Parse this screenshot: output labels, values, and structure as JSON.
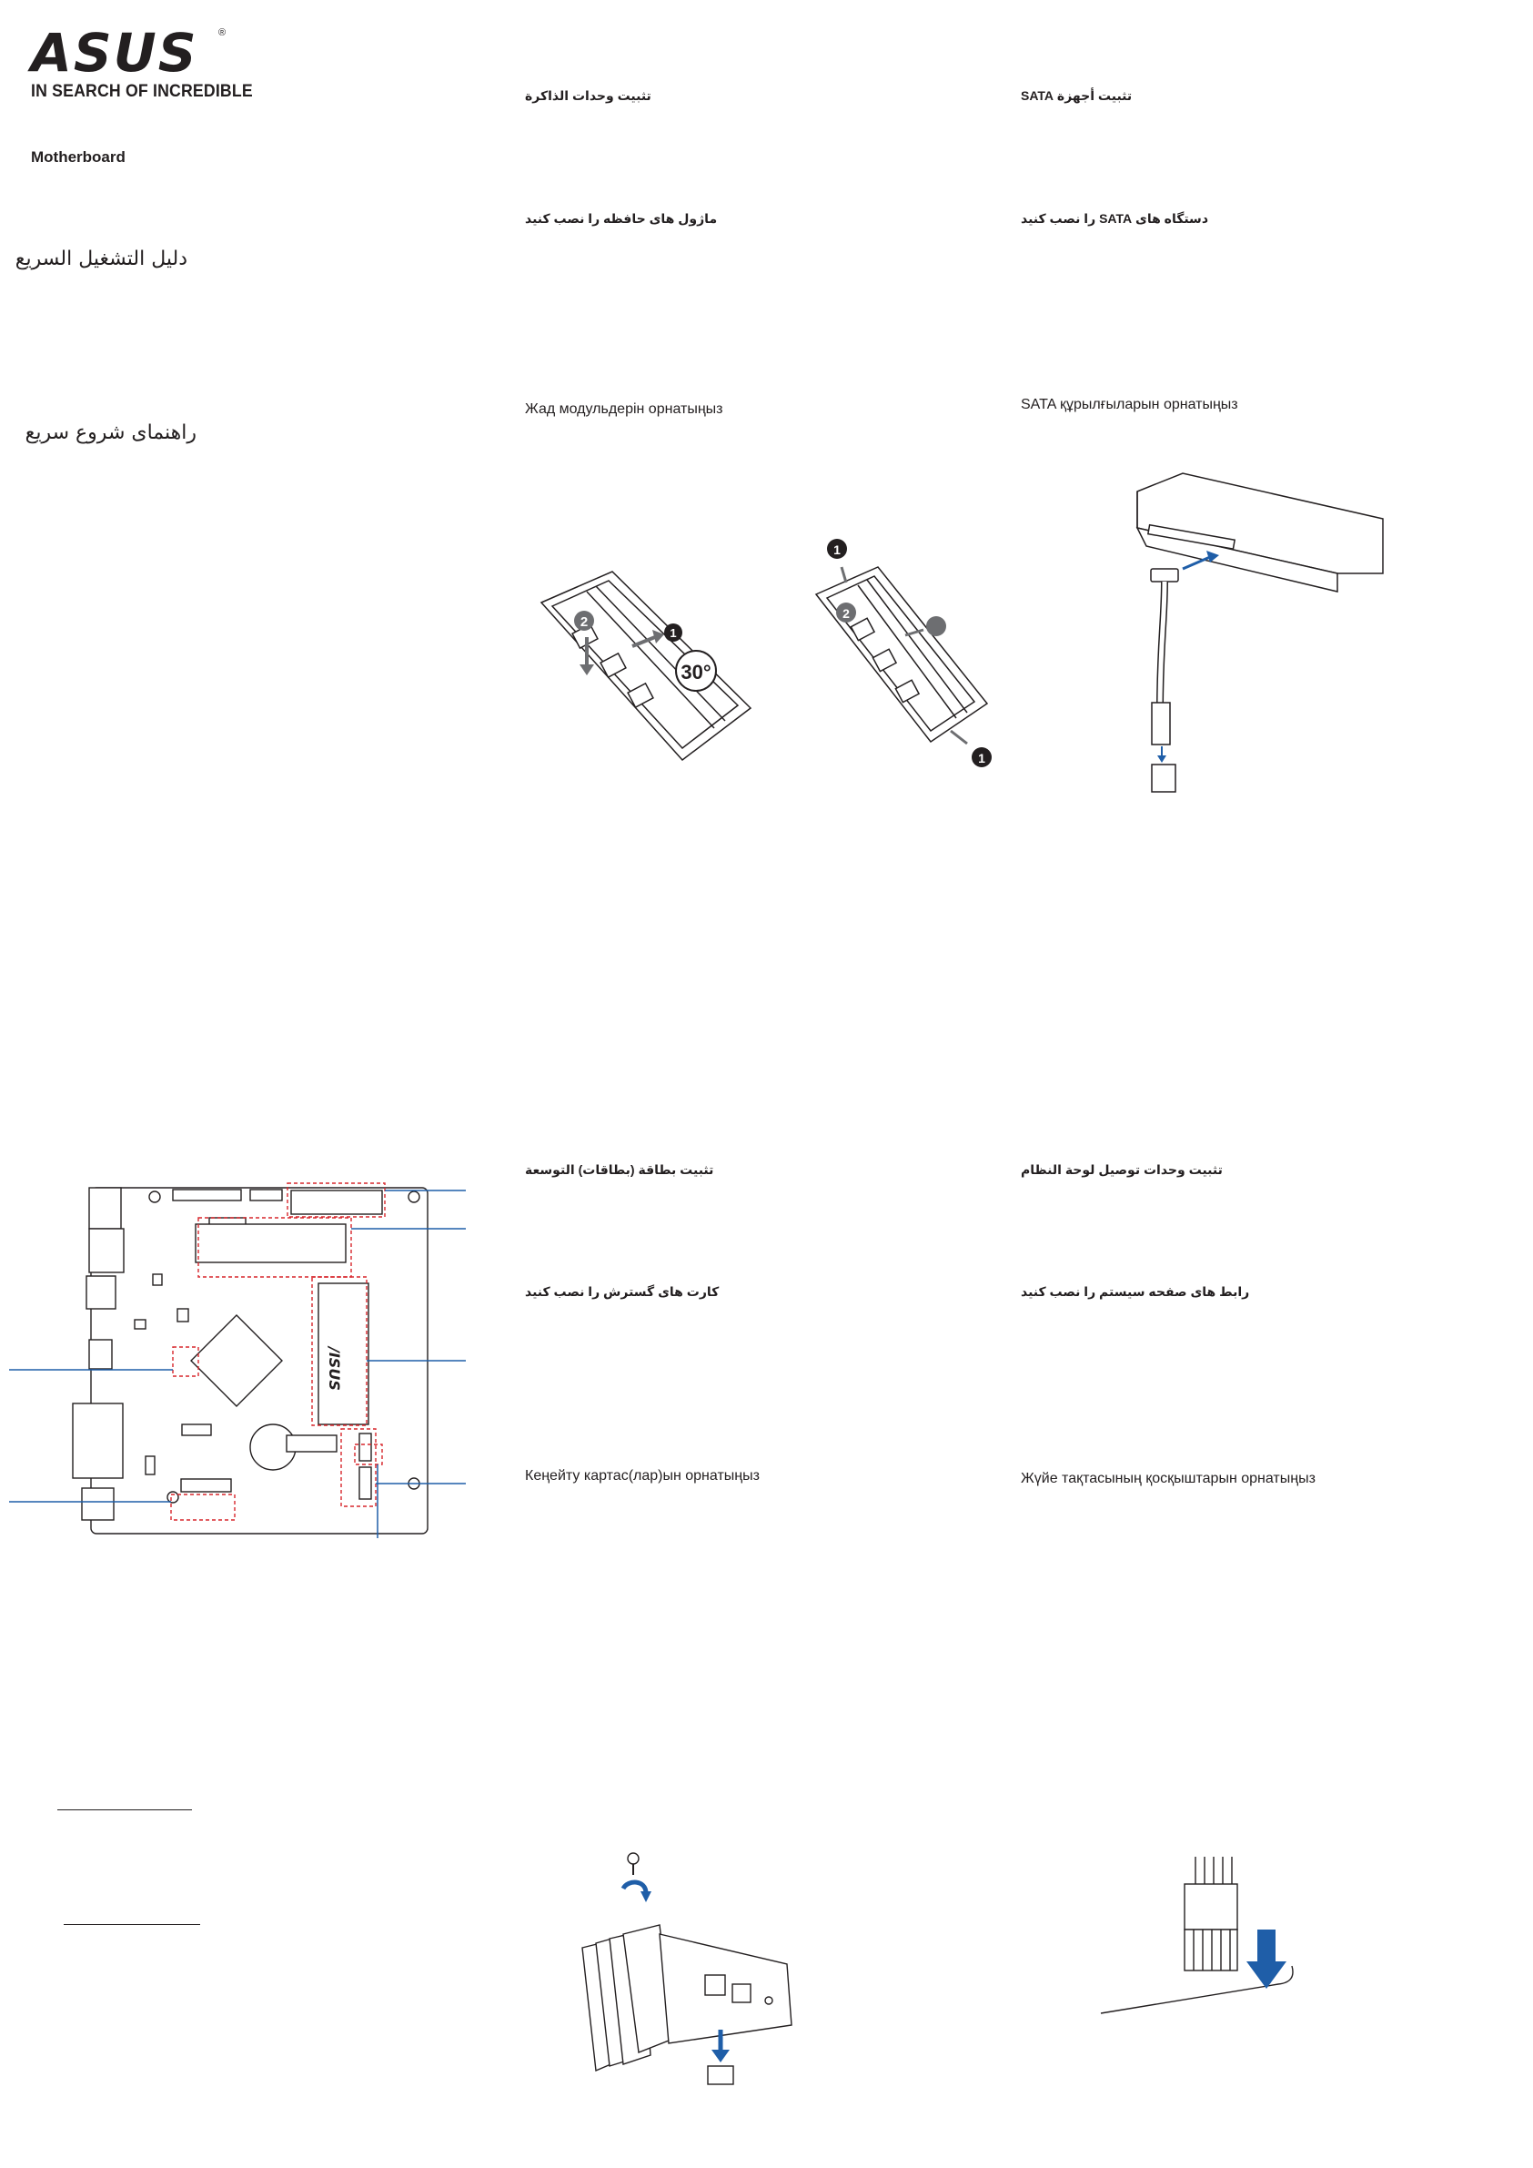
{
  "brand": {
    "logo_text": "ASUS",
    "registered": "®",
    "tagline": "IN SEARCH OF INCREDIBLE"
  },
  "product": "Motherboard",
  "cover": {
    "title_arabic": "دليل التشغيل السريع",
    "title_persian": "راهنمای شروع سریع"
  },
  "sections": {
    "memory": {
      "ar": "تثبيت وحدات الذاكرة",
      "fa": "ماژول های حافظه را نصب کنید",
      "kk": "Жад модульдерін орнатыңыз",
      "angle_label": "30°"
    },
    "sata": {
      "ar": "تثبيت أجهزة SATA",
      "fa": "دستگاه های SATA را نصب کنید",
      "kk": "SATA құрылғыларын орнатыңыз"
    },
    "expansion": {
      "ar": "تثبيت بطاقة (بطاقات) التوسعة",
      "fa": "کارت های گسترش را نصب کنید",
      "kk": "Кеңейту картас(лар)ын орнатыңыз"
    },
    "panel": {
      "ar": "تثبيت وحدات توصيل لوحة النظام",
      "fa": "رابط های صفحه سیستم را نصب کنید",
      "kk": "Жүйе тақтасының қосқыштарын орнатыңыз"
    }
  },
  "board_logo": "/ISUS",
  "colors": {
    "accent_blue": "#1f5ea8",
    "callout_red": "#d7262c",
    "ink": "#231f20"
  }
}
